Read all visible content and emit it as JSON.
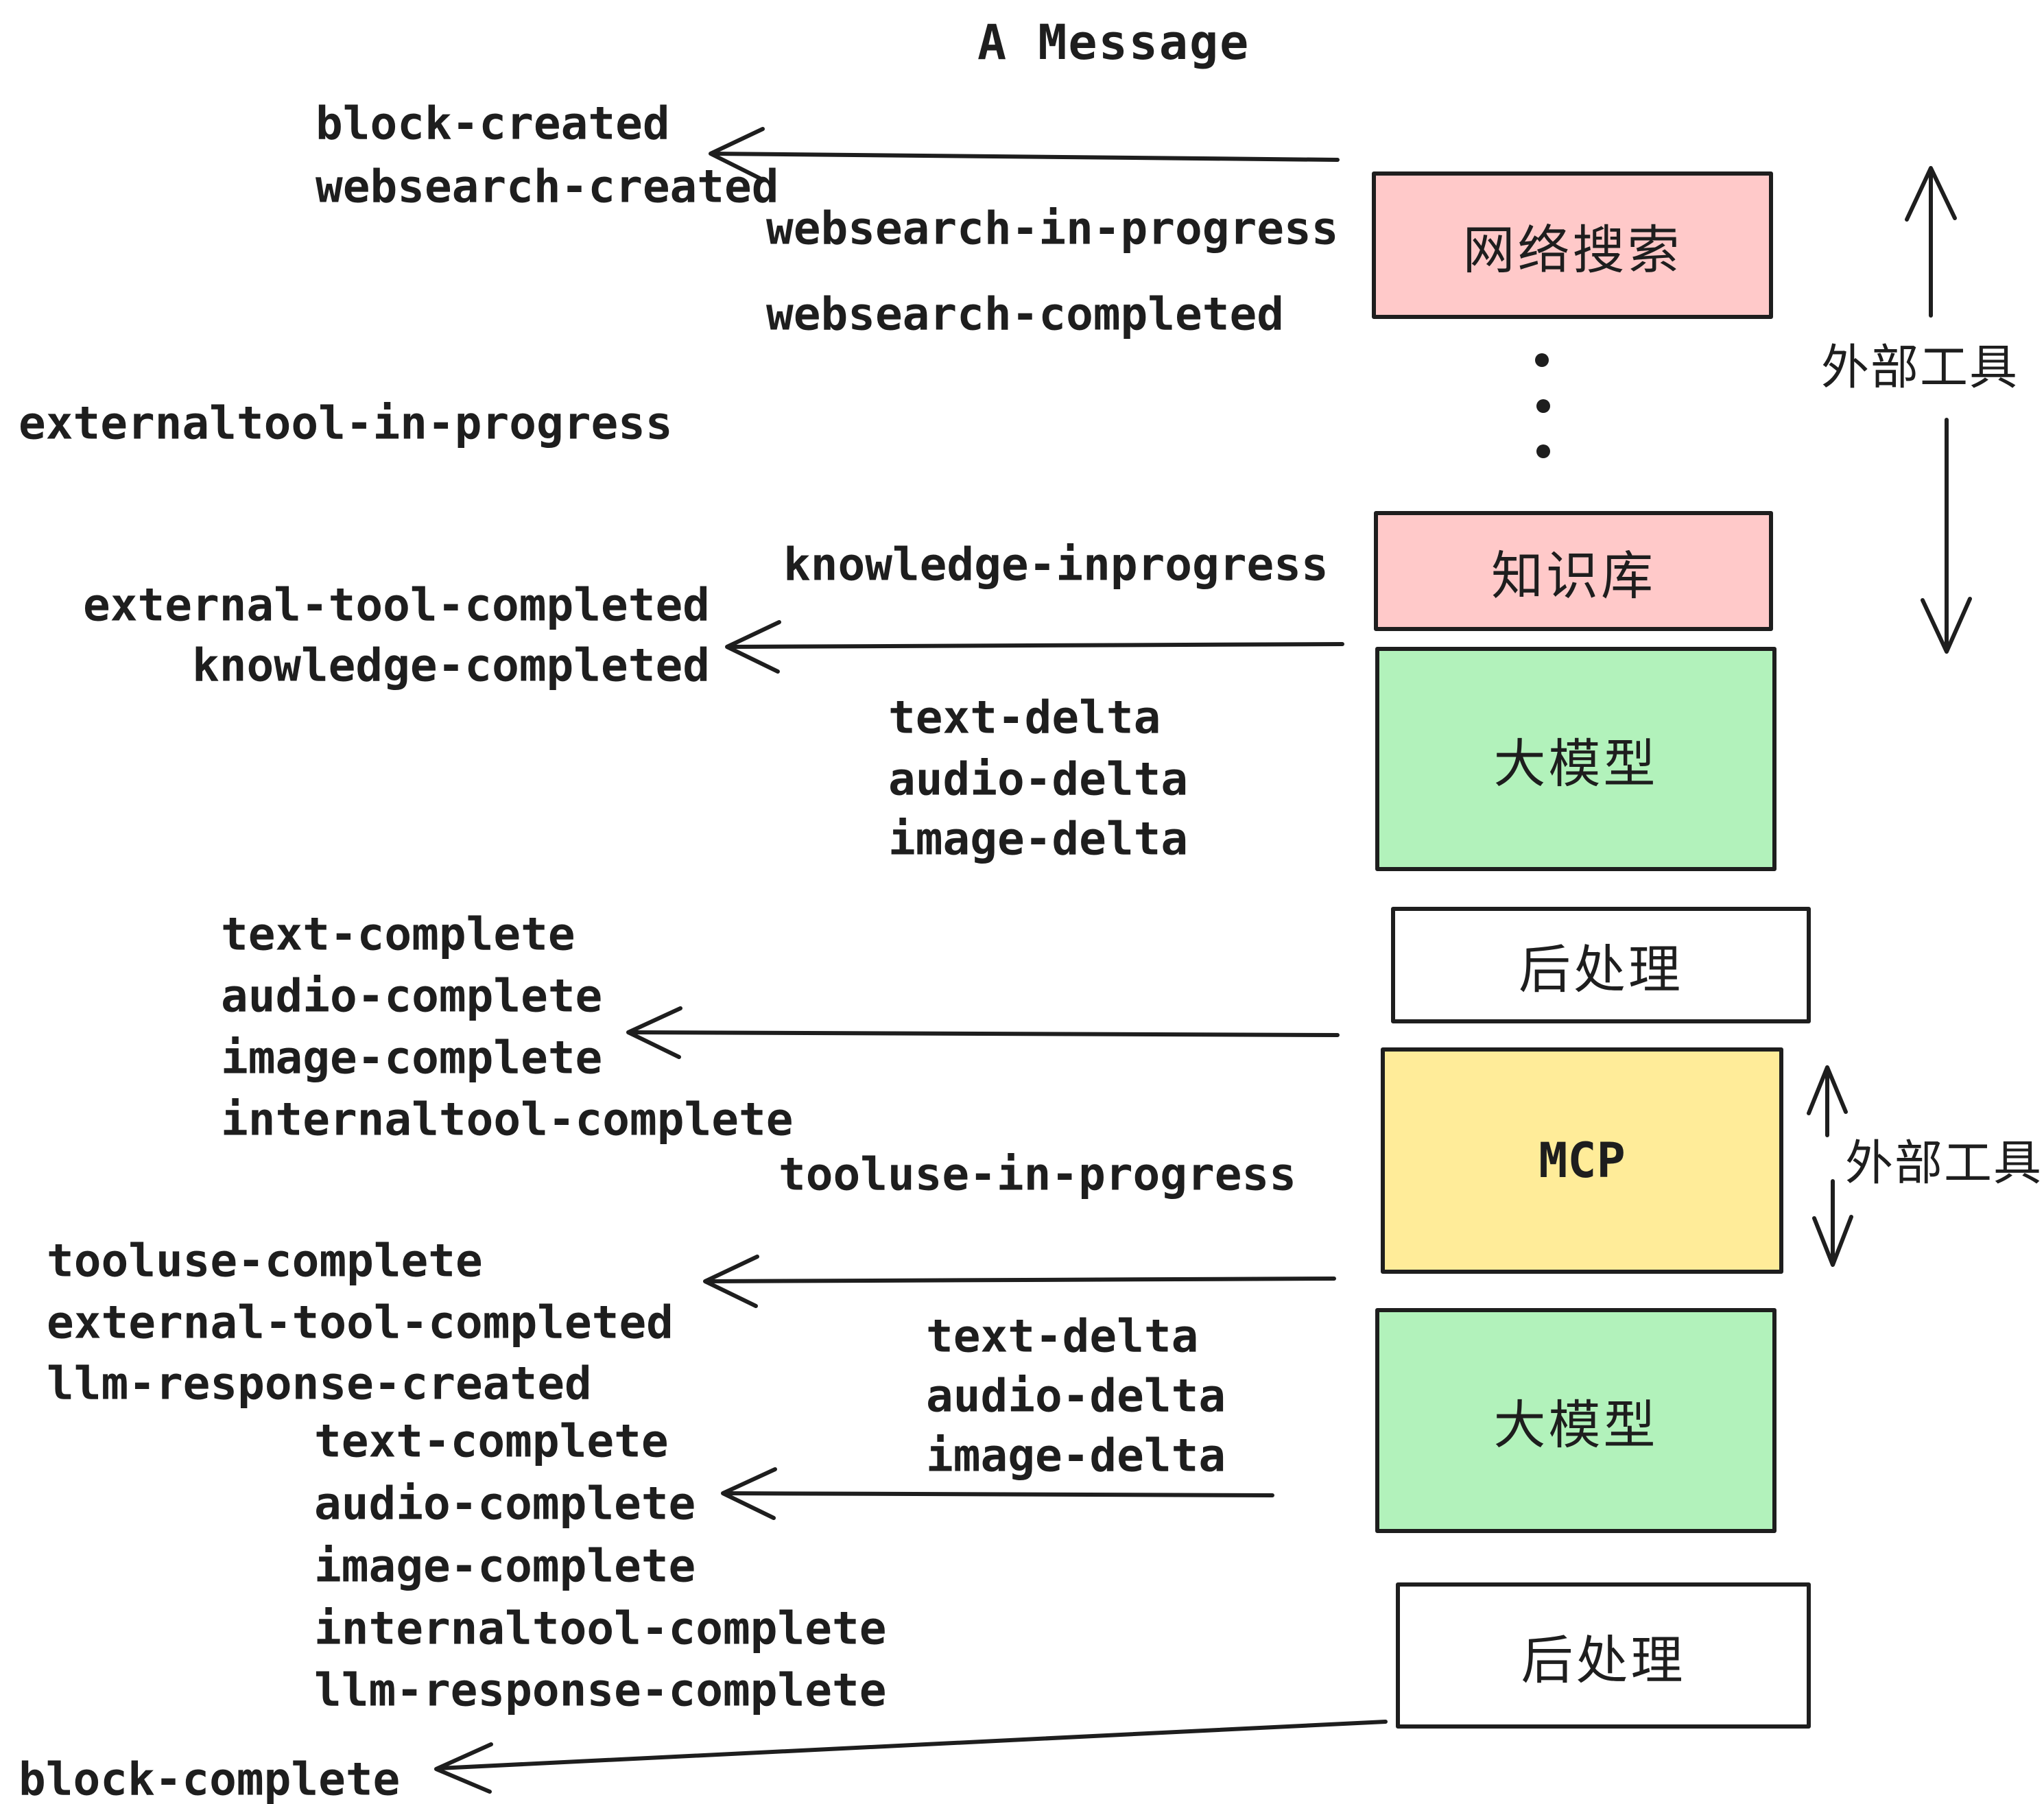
{
  "title": "A Message",
  "palette": {
    "ink": "#1e1e1e",
    "pink": "#ffc9c9",
    "green": "#b2f2bb",
    "yellow": "#ffec99",
    "white": "#ffffff"
  },
  "boxes": [
    {
      "label": "网络搜索",
      "fill": "#ffc9c9"
    },
    {
      "label": "知识库",
      "fill": "#ffc9c9"
    },
    {
      "label": "大模型",
      "fill": "#b2f2bb"
    },
    {
      "label": "后处理",
      "fill": "#ffffff"
    },
    {
      "label": "MCP",
      "fill": "#ffec99"
    },
    {
      "label": "大模型",
      "fill": "#b2f2bb"
    },
    {
      "label": "后处理",
      "fill": "#ffffff"
    }
  ],
  "events": [
    {
      "text": "block-created"
    },
    {
      "text": "websearch-created"
    },
    {
      "text": "websearch-in-progress"
    },
    {
      "text": "websearch-completed"
    },
    {
      "text": "externaltool-in-progress"
    },
    {
      "text": "knowledge-inprogress"
    },
    {
      "text": "external-tool-completed"
    },
    {
      "text": "knowledge-completed"
    },
    {
      "text": "text-delta"
    },
    {
      "text": "audio-delta"
    },
    {
      "text": "image-delta"
    },
    {
      "text": "text-complete"
    },
    {
      "text": "audio-complete"
    },
    {
      "text": "image-complete"
    },
    {
      "text": "internaltool-complete"
    },
    {
      "text": "tooluse-in-progress"
    },
    {
      "text": "tooluse-complete"
    },
    {
      "text": "external-tool-completed"
    },
    {
      "text": "llm-response-created"
    },
    {
      "text": "text-complete"
    },
    {
      "text": "audio-complete"
    },
    {
      "text": "image-complete"
    },
    {
      "text": "internaltool-complete"
    },
    {
      "text": "llm-response-complete"
    },
    {
      "text": "text-delta"
    },
    {
      "text": "audio-delta"
    },
    {
      "text": "image-delta"
    },
    {
      "text": "block-complete"
    }
  ],
  "annotations": [
    {
      "text": "外部工具"
    },
    {
      "text": "外部工具"
    }
  ]
}
